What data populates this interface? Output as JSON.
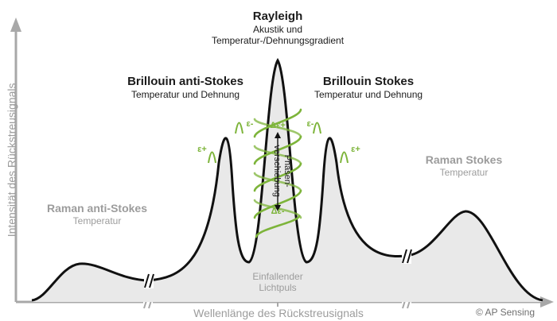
{
  "axes": {
    "y_label": "Intensität des Rückstreusignals",
    "x_label": "Wellenlänge des Rückstreusignals"
  },
  "copyright": "© AP Sensing",
  "peaks": {
    "rayleigh": {
      "title": "Rayleigh",
      "line1": "Akustik und",
      "line2": "Temperatur-/Dehnungsgradient"
    },
    "brillouin_anti": {
      "title": "Brillouin anti-Stokes",
      "sub": "Temperatur und Dehnung"
    },
    "brillouin_stokes": {
      "title": "Brillouin Stokes",
      "sub": "Temperatur und Dehnung"
    },
    "raman_anti": {
      "title": "Raman anti-Stokes",
      "sub": "Temperatur"
    },
    "raman_stokes": {
      "title": "Raman Stokes",
      "sub": "Temperatur"
    }
  },
  "incident": {
    "line1": "Einfallender",
    "line2": "Lichtpuls"
  },
  "annotations": {
    "phase_line1": "Phasen-",
    "phase_line2": "verschiebung",
    "delta_eps_plus": "Δε+",
    "delta_eps_minus": "Δε-",
    "eps_plus": "ε+",
    "eps_minus": "ε-"
  },
  "colors": {
    "accent_green": "#7db43a",
    "curve_fill": "#e9e9e9",
    "curve_stroke": "#111111",
    "axis": "#a8a8a8"
  }
}
